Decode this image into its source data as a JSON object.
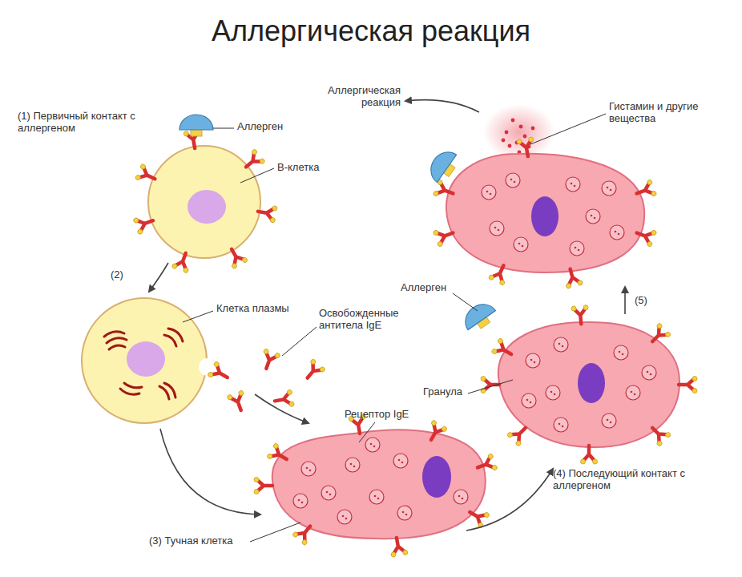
{
  "diagram": {
    "title": "Аллергическая реакция",
    "labels": [
      "(1) Первичный контакт с аллергеном",
      "Аллерген",
      "В-клетка",
      "(2)",
      "Клетка плазмы",
      "Освобожденные антитела IgE",
      "Рецептор IgE",
      "(3) Тучная клетка",
      "Аллергическая реакция",
      "Гистамин и другие вещества",
      "Аллерген",
      "(5)",
      "Гранула",
      "(4) Последующий контакт с аллергеном"
    ]
  }
}
